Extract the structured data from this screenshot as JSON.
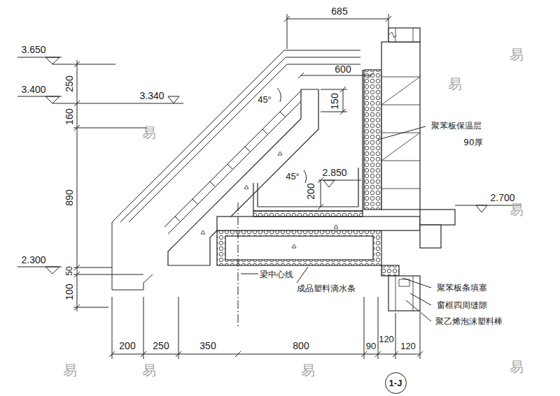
{
  "diagram": {
    "nodes": [
      {
        "text": [
          "1-J"
        ]
      }
    ],
    "labels": [
      "685",
      "600",
      "3.650",
      "250",
      "3.400",
      "3.340",
      "45°",
      "150",
      "160",
      "聚苯板保温层",
      "90厚",
      "45°",
      "2.850",
      "200",
      "890",
      "2.700",
      "2.300",
      "50",
      "梁中心线",
      "成品塑料滴水条",
      "聚苯板条填塞",
      "窗框四周缝隙",
      "聚乙烯泡沫塑料棒",
      "100",
      "200",
      "250",
      "350",
      "800",
      "90",
      "120",
      "120",
      "易",
      "易",
      "易",
      "易",
      "易",
      "易",
      "易",
      "易"
    ]
  }
}
